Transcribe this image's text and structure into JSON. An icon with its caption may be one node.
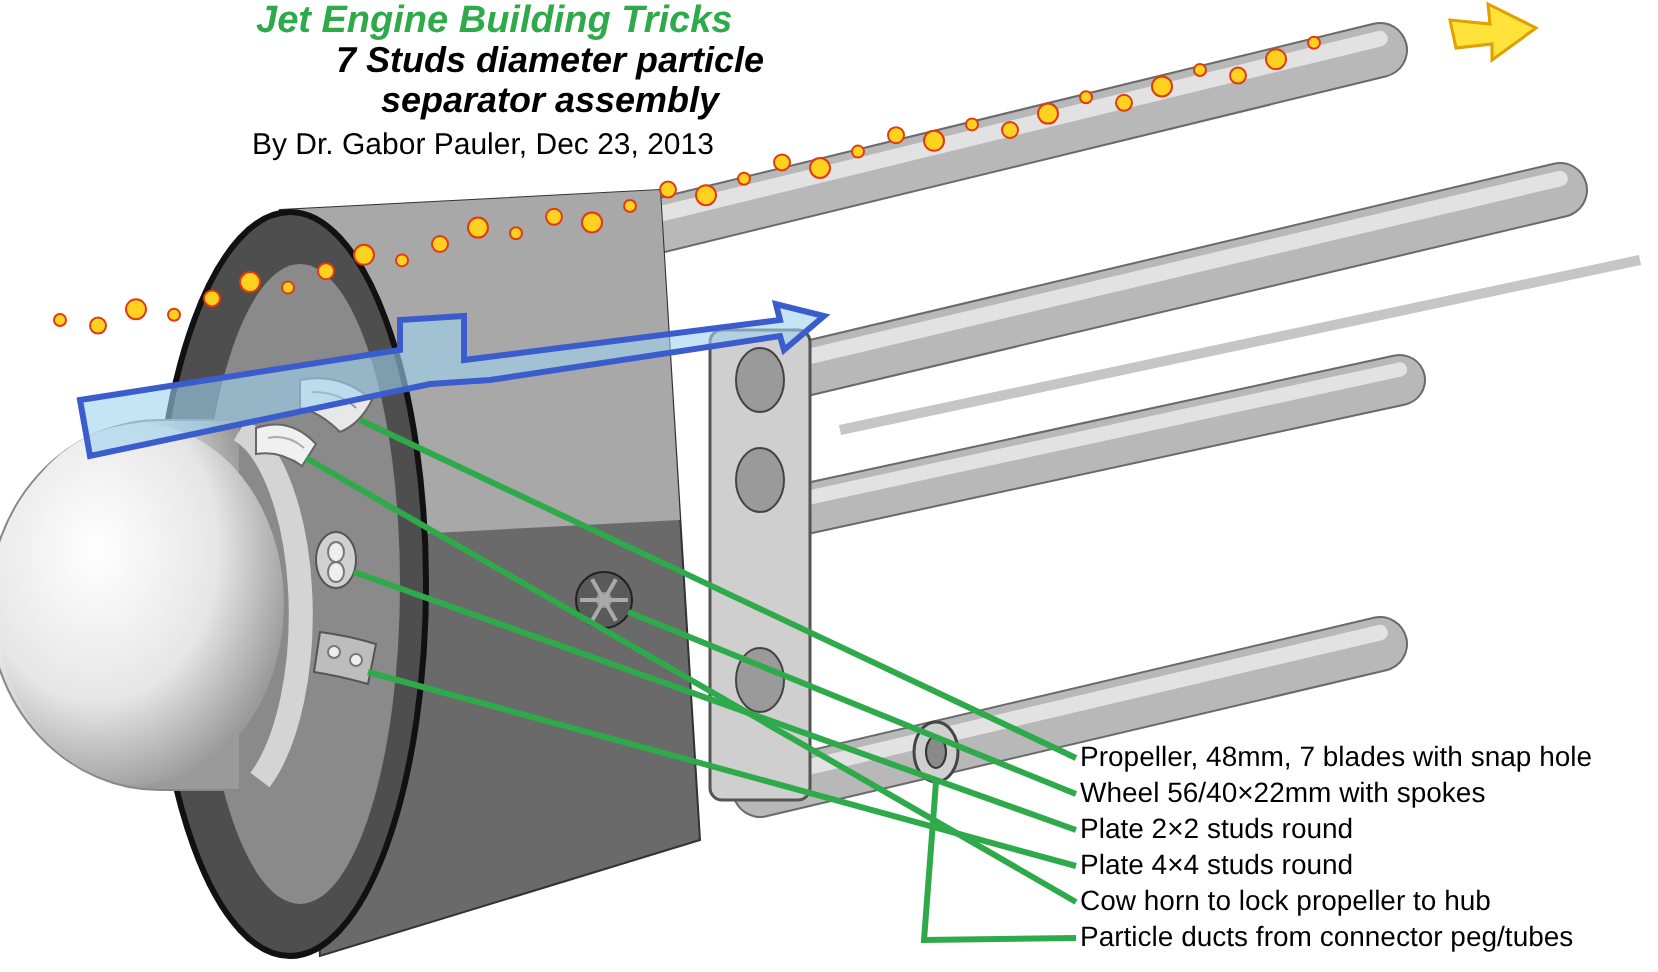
{
  "diagram": {
    "title": "7 Studs diameter particle separator assembly",
    "nodes": [
      {
        "text": [
          "Propeller, 48mm, 7 blades with snap hole"
        ]
      },
      {
        "text": [
          "Wheel 56/40×22mm with spokes"
        ]
      },
      {
        "text": [
          "Plate 2×2 studs round"
        ]
      },
      {
        "text": [
          "Plate 4×4 studs round"
        ]
      },
      {
        "text": [
          "Cow horn to lock propeller to hub"
        ]
      },
      {
        "text": [
          "Particle ducts from connector peg/tubes"
        ]
      },
      {
        "text": [],
        "shape": "picture"
      },
      {
        "text": [],
        "shape": "picture"
      },
      {
        "text": [],
        "shape": "picture"
      },
      {
        "text": [],
        "shape": "picture"
      },
      {
        "text": [],
        "shape": "picture"
      },
      {
        "text": [],
        "shape": "picture"
      }
    ],
    "edges": [
      {
        "from": 0,
        "to": 6,
        "arrow": "none"
      },
      {
        "from": 1,
        "to": 7,
        "arrow": "none"
      },
      {
        "from": 2,
        "to": 8,
        "arrow": "none"
      },
      {
        "from": 3,
        "to": 9,
        "arrow": "none"
      },
      {
        "from": 4,
        "to": 10,
        "arrow": "none"
      },
      {
        "from": 5,
        "to": 11,
        "arrow": "none"
      }
    ],
    "labels": [
      "Jet Engine Building Tricks",
      "By Dr. Gabor Pauler, Dec 23, 2013"
    ]
  }
}
